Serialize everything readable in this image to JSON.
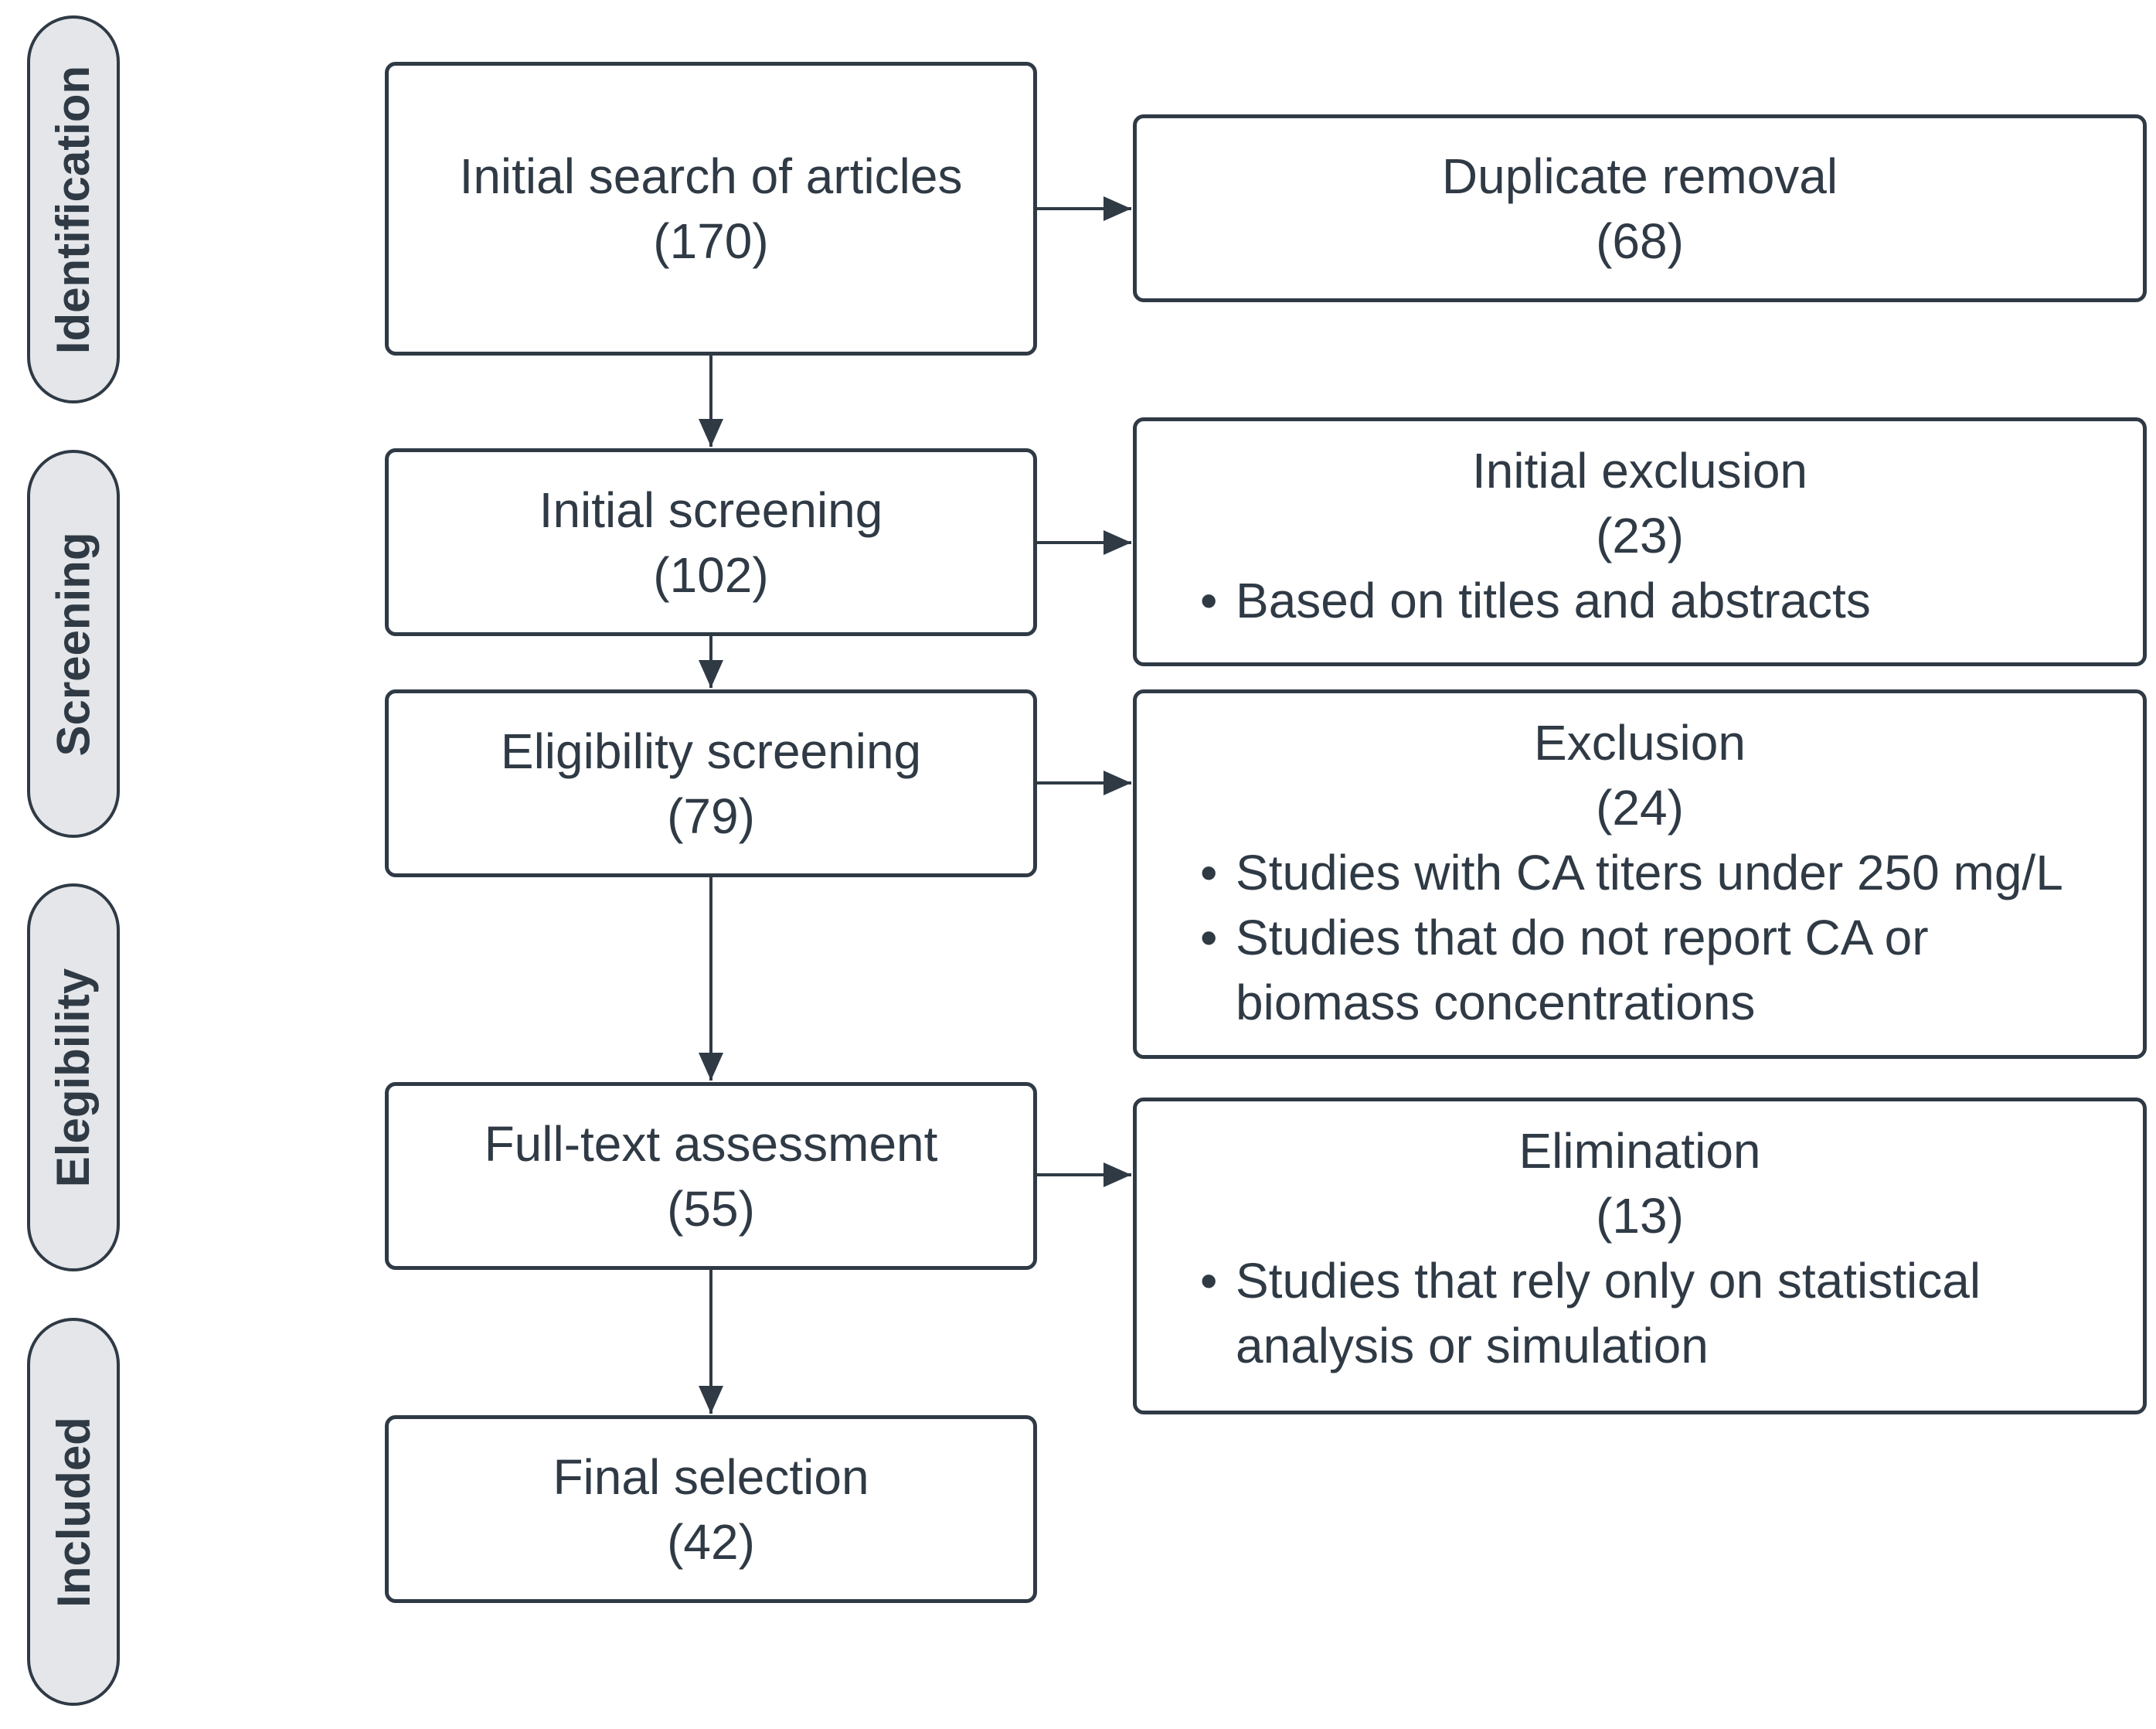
{
  "colors": {
    "stroke": "#2f3a45",
    "stage_fill": "#e4e6e9",
    "background": "#ffffff"
  },
  "stages": [
    {
      "id": "identification",
      "label": "Identification"
    },
    {
      "id": "screening",
      "label": "Screening"
    },
    {
      "id": "elegibility",
      "label": "Elegibility"
    },
    {
      "id": "included",
      "label": "Included"
    }
  ],
  "main_boxes": [
    {
      "id": "initial-search",
      "title": "Initial search of articles",
      "count": "(170)"
    },
    {
      "id": "initial-screening",
      "title": "Initial screening",
      "count": "(102)"
    },
    {
      "id": "eligibility-screening",
      "title": "Eligibility screening",
      "count": "(79)"
    },
    {
      "id": "full-text-assessment",
      "title": "Full-text assessment",
      "count": "(55)"
    },
    {
      "id": "final-selection",
      "title": "Final selection",
      "count": "(42)"
    }
  ],
  "side_boxes": [
    {
      "id": "duplicate-removal",
      "title": "Duplicate removal",
      "count": "(68)",
      "bullets": []
    },
    {
      "id": "initial-exclusion",
      "title": "Initial exclusion",
      "count": "(23)",
      "bullets": [
        "Based on titles and abstracts"
      ]
    },
    {
      "id": "exclusion",
      "title": "Exclusion",
      "count": "(24)",
      "bullets": [
        "Studies with CA titers under 250 mg/L",
        "Studies that do not report CA or biomass concentrations"
      ]
    },
    {
      "id": "elimination",
      "title": "Elimination",
      "count": "(13)",
      "bullets": [
        "Studies that rely only on statistical analysis or simulation"
      ]
    }
  ]
}
